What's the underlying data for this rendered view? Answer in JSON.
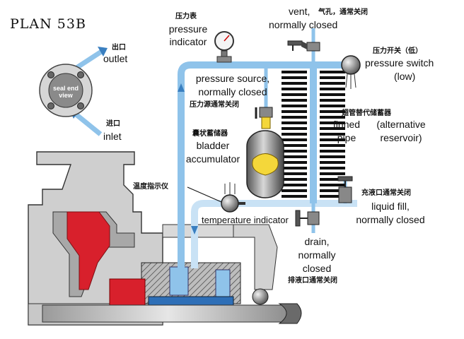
{
  "title": "PLAN 53B",
  "labels": {
    "outlet_cn": "出口",
    "outlet_en": "outlet",
    "inlet_cn": "进口",
    "inlet_en": "inlet",
    "seal_end_view": "seal end view",
    "pressure_indicator_cn": "压力表",
    "pressure_indicator_en_1": "pressure",
    "pressure_indicator_en_2": "indicator",
    "vent_en_1": "vent,",
    "vent_cn": "气孔，通常关闭",
    "vent_en_2": "normally closed",
    "pressure_switch_cn": "压力开关（低）",
    "pressure_switch_en_1": "pressure switch",
    "pressure_switch_en_2": "(low)",
    "pressure_source_en_1": "pressure source,",
    "pressure_source_en_2": "normally closed",
    "pressure_source_cn": "压力源通常关闭",
    "finned_pipe_cn": "翅管替代储蓄器",
    "finned_pipe_en_1": "finned",
    "finned_pipe_en_2": "pipe",
    "alt_reservoir_en_1": "(alternative",
    "alt_reservoir_en_2": "reservoir)",
    "bladder_cn": "囊状蓄储器",
    "bladder_en_1": "bladder",
    "bladder_en_2": "accumulator",
    "temp_indicator_cn": "温度指示仪",
    "temp_indicator_en": "temperature indicator",
    "liquid_fill_cn": "充液口通常关闭",
    "liquid_fill_en_1": "liquid fill,",
    "liquid_fill_en_2": "normally closed",
    "drain_en_1": "drain,",
    "drain_en_2": "normally",
    "drain_en_3": "closed",
    "drain_cn": "排液口通常关闭"
  },
  "colors": {
    "pipe_blue": "#8fc3ea",
    "pipe_light": "#c9e2f5",
    "pump_gray": "#c8c8c8",
    "seal_red": "#d8202c",
    "accumulator_yellow": "#f4d73a",
    "fin_black": "#101010"
  }
}
